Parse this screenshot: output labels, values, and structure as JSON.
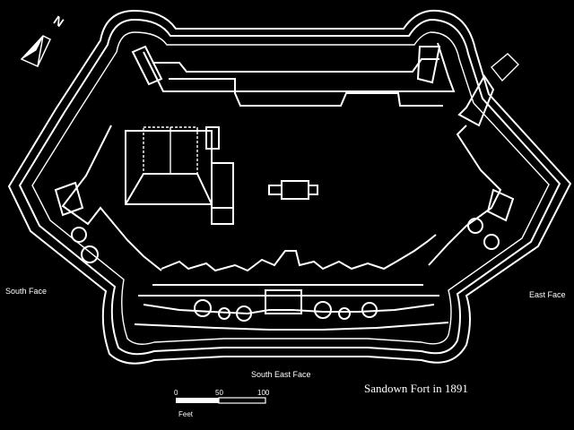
{
  "title": "Sandown Fort in 1891",
  "labels": {
    "south_face": "South Face",
    "east_face": "East Face",
    "south_east_face": "South East Face"
  },
  "north_arrow": {
    "letter": "N"
  },
  "scale": {
    "ticks": [
      "0",
      "50",
      "100"
    ],
    "unit": "Feet"
  },
  "colors": {
    "background": "#000000",
    "lines": "#ffffff"
  }
}
